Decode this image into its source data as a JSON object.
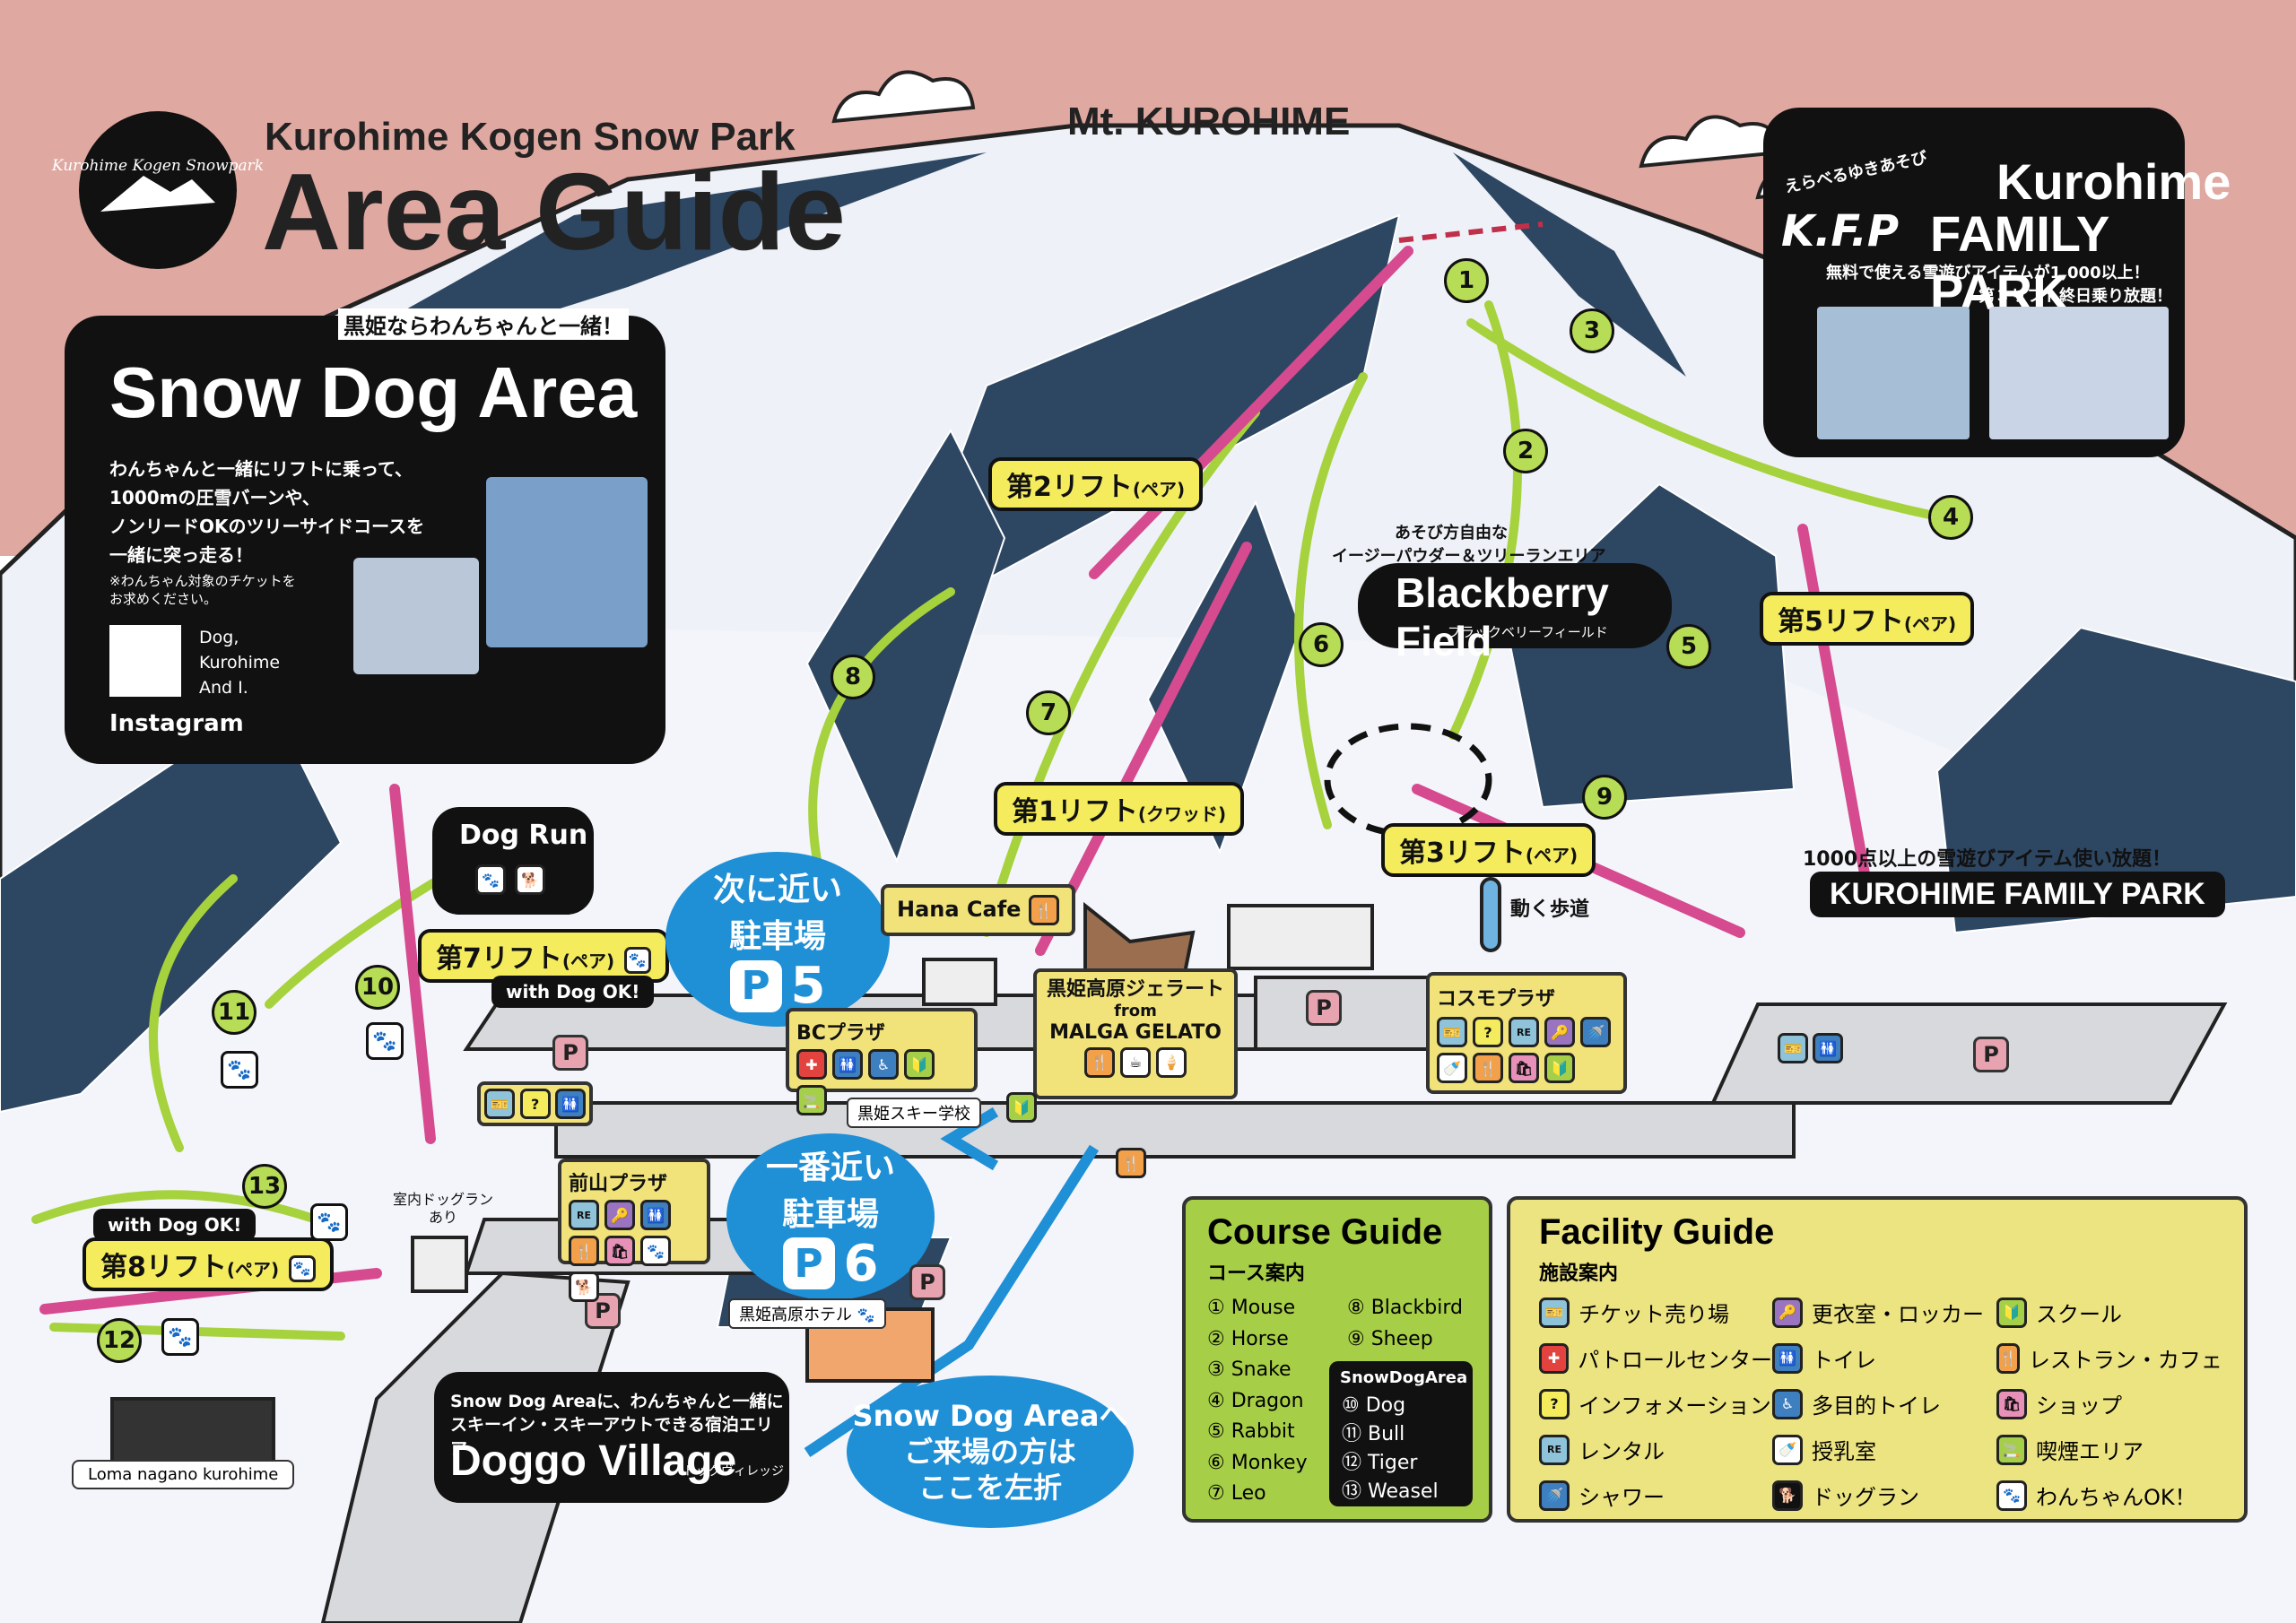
{
  "header": {
    "subtitle": "Kurohime Kogen Snow Park",
    "title": "Area Guide",
    "logo_text": "Kurohime Kogen Snowpark"
  },
  "mountain_name": "Mt. KUROHIME",
  "snow_dog_area": {
    "tagline": "黒姫ならわんちゃんと一緒！",
    "title": "Snow Dog Area",
    "description_lines": [
      "わんちゃんと一緒にリフトに乗って、",
      "1000mの圧雪バーンや、",
      "ノンリードOKのツリーサイドコースを",
      "一緒に突っ走る！"
    ],
    "note_lines": [
      "※わんちゃん対象のチケットを",
      "お求めください。"
    ],
    "social_lines": [
      "Dog,",
      "Kurohime",
      "And I."
    ],
    "social_label": "Instagram"
  },
  "family_park": {
    "kfp_kana": "えらべるゆきあそび",
    "kfp": "K.F.P",
    "title_line1": "Kurohime",
    "title_line2": "FAMILY PARK",
    "desc1": "無料で使える雪遊びアイテムが1,000以上！",
    "desc2": "第３リフト終日乗り放題！",
    "banner_top": "1000点以上の雪遊びアイテム使い放題！",
    "banner": "KUROHIME FAMILY PARK"
  },
  "blackberry": {
    "top1": "あそび方自由な",
    "top2": "イージーパウダー＆ツリーランエリア",
    "title": "Blackberry Field",
    "kana": "ブラックベリーフィールド"
  },
  "lifts": {
    "l1": "第1リフト",
    "l1s": "(クワッド)",
    "l2": "第2リフト",
    "l2s": "(ペア)",
    "l3": "第3リフト",
    "l3s": "(ペア)",
    "l5": "第5リフト",
    "l5s": "(ペア)",
    "l7": "第7リフト",
    "l7s": "(ペア)",
    "l8": "第8リフト",
    "l8s": "(ペア)"
  },
  "with_dog": "with Dog OK!",
  "dog_run": "Dog Run",
  "moving_walk": "動く歩道",
  "course_numbers": [
    "1",
    "2",
    "3",
    "4",
    "5",
    "6",
    "7",
    "8",
    "9",
    "10",
    "11",
    "12",
    "13"
  ],
  "parking": {
    "p5_line1": "次に近い",
    "p5_line2": "駐車場",
    "p5_letter": "P",
    "p5_num": "5",
    "p6_line1": "一番近い",
    "p6_line2": "駐車場",
    "p6_letter": "P",
    "p6_num": "6",
    "p": "P"
  },
  "buildings": {
    "hana_cafe": "Hana Cafe",
    "gelato1": "黒姫高原ジェラート",
    "gelato2": "from",
    "gelato3": "MALGA GELATO",
    "cosmo": "コスモプラザ",
    "bc": "BCプラザ",
    "maeyama": "前山プラザ",
    "ski_school": "黒姫スキー学校",
    "hotel": "黒姫高原ホテル",
    "indoor_dogrun1": "室内ドッグラン",
    "indoor_dogrun2": "あり",
    "loma": "Loma nagano kurohime"
  },
  "doggo_village": {
    "line1": "Snow Dog Areaに、わんちゃんと一緒に",
    "line2": "スキーイン・スキーアウトできる宿泊エリア",
    "title": "Doggo Village",
    "kana": "ドッグヴィレッジ"
  },
  "turn_left": {
    "line1": "Snow Dog Areaへ",
    "line2": "ご来場の方は",
    "line3": "ここを左折"
  },
  "course_guide": {
    "title": "Course Guide",
    "subtitle": "コース案内",
    "col1": [
      "① Mouse",
      "② Horse",
      "③ Snake",
      "④ Dragon",
      "⑤ Rabbit",
      "⑥ Monkey",
      "⑦ Leo"
    ],
    "col2": [
      "⑧ Blackbird",
      "⑨ Sheep"
    ],
    "dog_area_label": "SnowDogArea",
    "col3": [
      "⑩ Dog",
      "⑪ Bull",
      "⑫ Tiger",
      "⑬ Weasel"
    ]
  },
  "facility_guide": {
    "title": "Facility Guide",
    "subtitle": "施設案内",
    "items": [
      {
        "icon": "ticket-icon",
        "label": "チケット売り場"
      },
      {
        "icon": "locker-icon",
        "label": "更衣室・ロッカー"
      },
      {
        "icon": "school-icon",
        "label": "スクール"
      },
      {
        "icon": "patrol-icon",
        "label": "パトロールセンター"
      },
      {
        "icon": "toilet-icon",
        "label": "トイレ"
      },
      {
        "icon": "restaurant-icon",
        "label": "レストラン・カフェ"
      },
      {
        "icon": "info-icon",
        "label": "インフォメーション"
      },
      {
        "icon": "accessible-toilet-icon",
        "label": "多目的トイレ"
      },
      {
        "icon": "shop-icon",
        "label": "ショップ"
      },
      {
        "icon": "rental-icon",
        "label": "レンタル"
      },
      {
        "icon": "nursing-room-icon",
        "label": "授乳室"
      },
      {
        "icon": "smoking-icon",
        "label": "喫煙エリア"
      },
      {
        "icon": "shower-icon",
        "label": "シャワー"
      },
      {
        "icon": "dogrun-icon",
        "label": "ドッグラン"
      },
      {
        "icon": "dog-ok-icon",
        "label": "わんちゃんOK！"
      }
    ]
  },
  "colors": {
    "sky": "#dfa8a1",
    "lift_line": "#d64a8f",
    "course": "#a6d23d",
    "blue": "#1f8fd6",
    "legend_yellow": "#ece381",
    "legend_green": "#a7ce47"
  }
}
